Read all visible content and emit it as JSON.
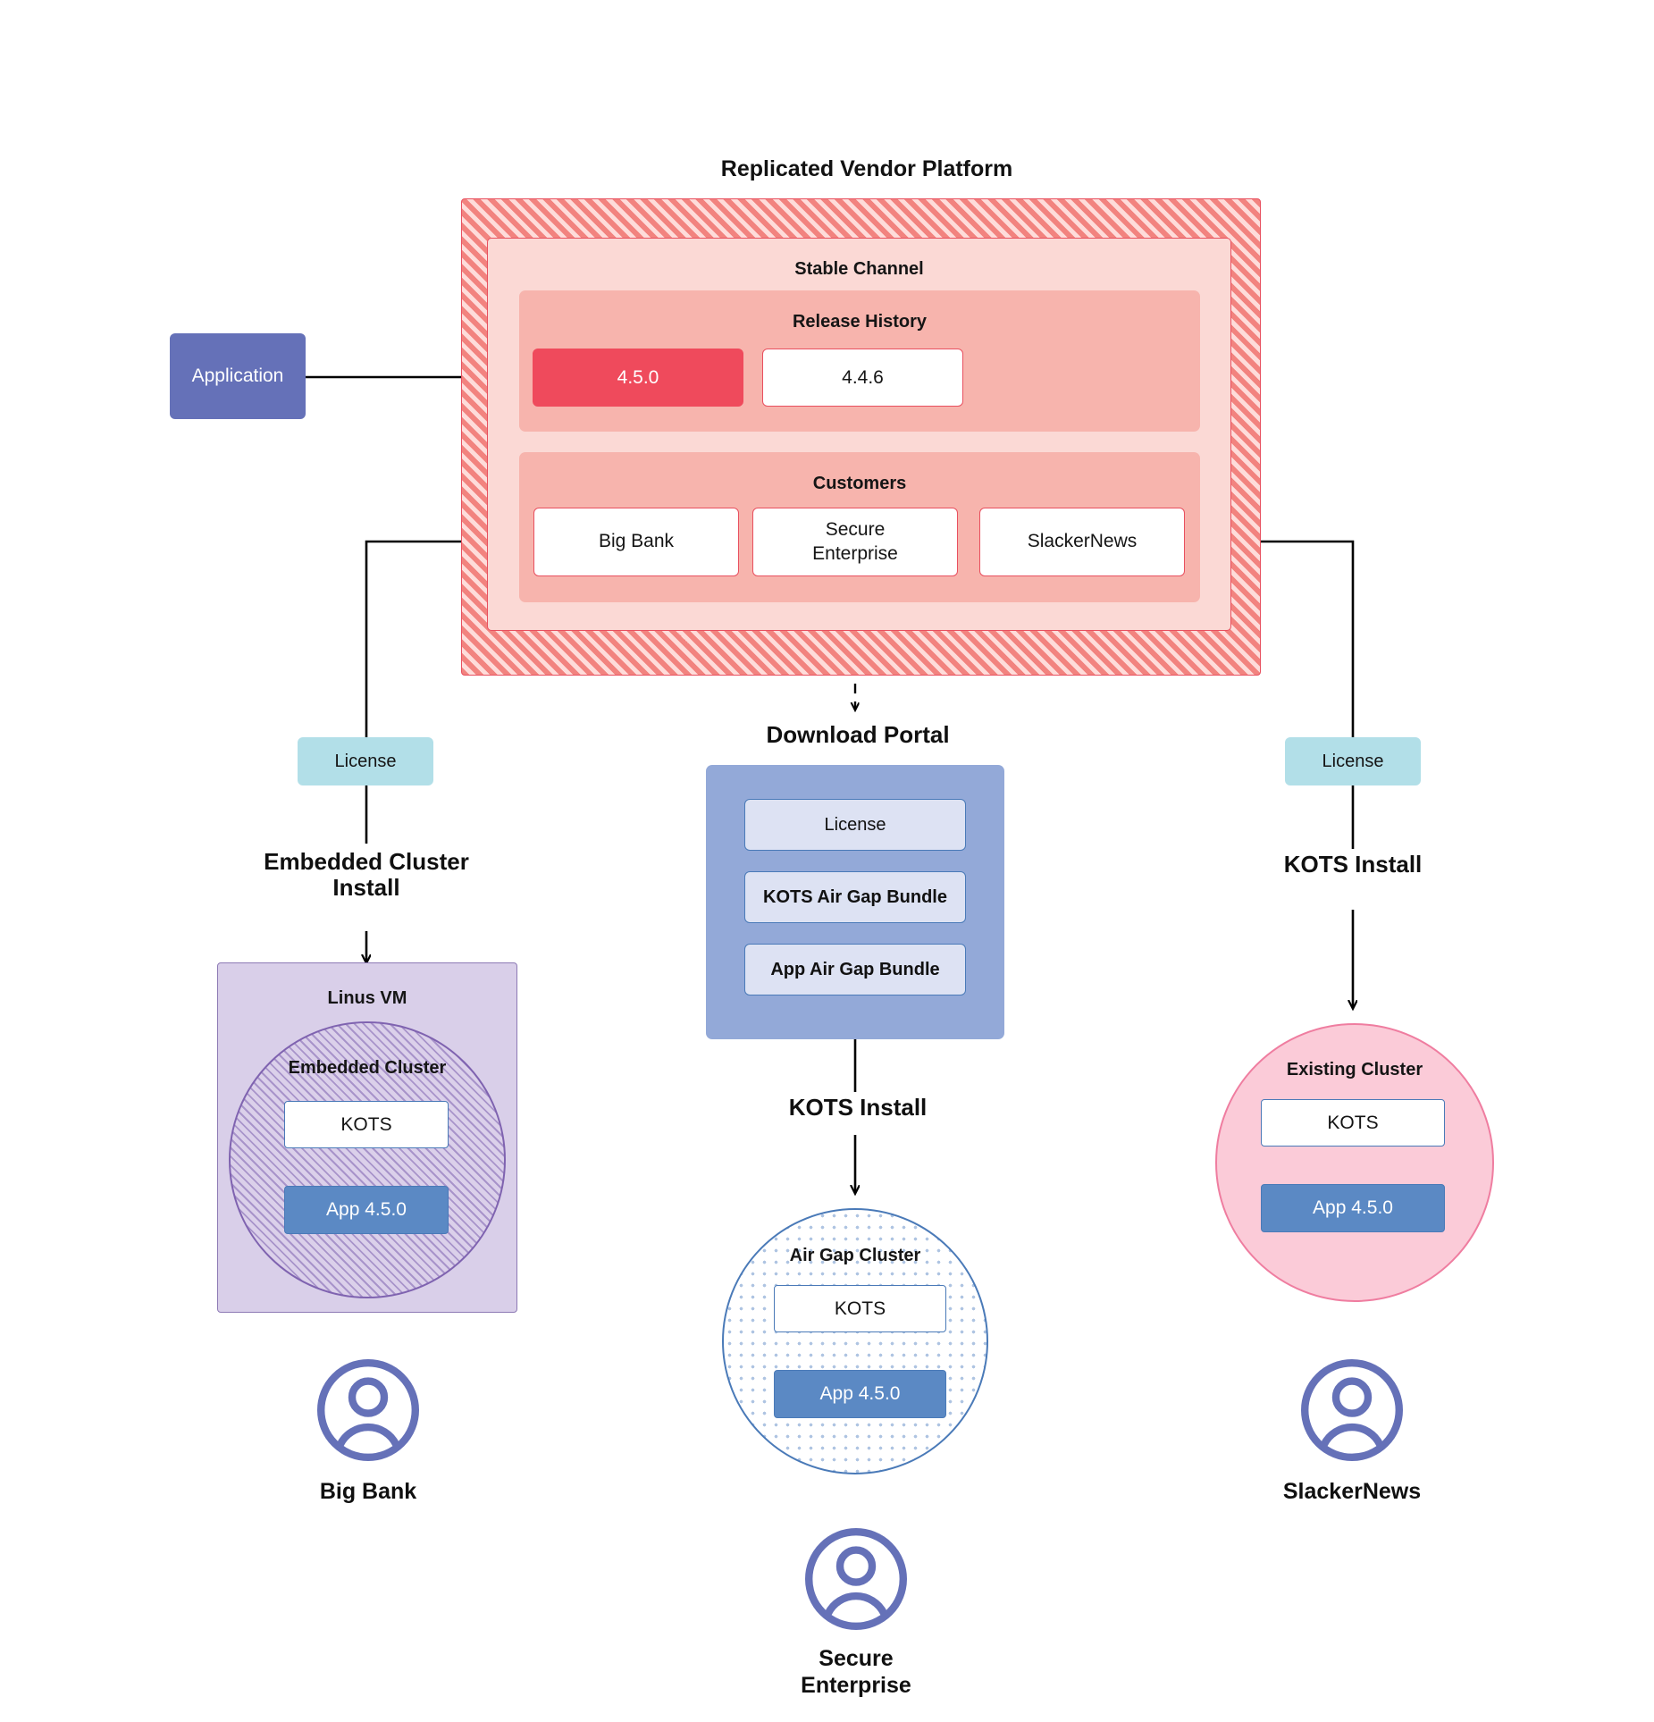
{
  "diagram": {
    "title": "Replicated Vendor Platform",
    "platform": {
      "channel_label": "Stable Channel",
      "release_history": {
        "label": "Release History",
        "releases": [
          {
            "version": "4.5.0",
            "state": "current"
          },
          {
            "version": "4.4.6",
            "state": "past"
          }
        ]
      },
      "customers": {
        "label": "Customers",
        "items": [
          {
            "name": "Big Bank"
          },
          {
            "name": "Secure\nEnterprise"
          },
          {
            "name": "SlackerNews"
          }
        ]
      }
    },
    "application_box": {
      "label": "Application"
    },
    "branches": {
      "left": {
        "license_label": "License",
        "install_label": "Embedded Cluster\nInstall",
        "vm_title": "Linus VM",
        "cluster_title": "Embedded Cluster",
        "kots_label": "KOTS",
        "app_label": "App 4.5.0",
        "persona": "Big Bank"
      },
      "center": {
        "portal_title": "Download  Portal",
        "portal_items": [
          {
            "label": "License"
          },
          {
            "label": "KOTS Air Gap Bundle"
          },
          {
            "label": "App Air Gap Bundle"
          }
        ],
        "install_label": "KOTS Install",
        "cluster_title": "Air Gap Cluster",
        "kots_label": "KOTS",
        "app_label": "App 4.5.0",
        "persona": "Secure\nEnterprise"
      },
      "right": {
        "license_label": "License",
        "install_label": "KOTS Install",
        "cluster_title": "Existing Cluster",
        "kots_label": "KOTS",
        "app_label": "App 4.5.0",
        "persona": "SlackerNews"
      }
    },
    "icons": {
      "persona": "user-avatar-icon",
      "arrow": "arrow-head-icon"
    },
    "colors": {
      "platform_fill": "#f2837f",
      "platform_stroke": "#e8505f",
      "channel_fill": "#fbd9d5",
      "band_fill": "#f7b4ad",
      "current_release": "#ef4a5c",
      "application": "#6571b8",
      "license": "#b2dfe8",
      "vm_fill": "#d9cfe9",
      "vm_stroke": "#7f63b0",
      "portal_fill": "#93a9d8",
      "portal_item_fill": "#dde2f3",
      "cluster_stroke": "#4a7ab8",
      "app_version_fill": "#5b89c4",
      "existing_cluster_fill": "#fbcbd8",
      "existing_cluster_stroke": "#ef7da0",
      "persona_icon": "#6571b8",
      "connector": "#000000"
    }
  }
}
